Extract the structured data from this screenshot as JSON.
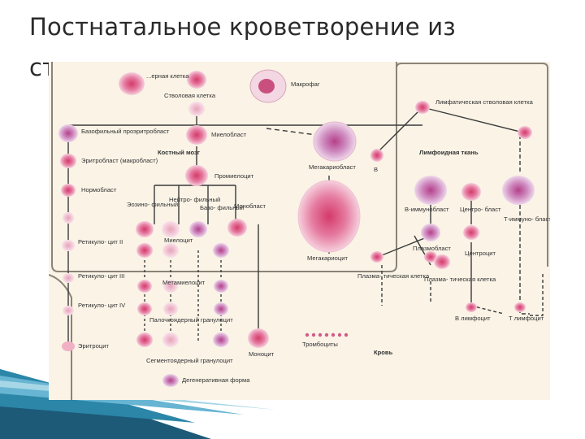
{
  "slide": {
    "title": "Постнатальное кроветворение из стволовых клеток"
  },
  "figure": {
    "labels": {
      "precursor_cut": "...ерная клетка",
      "stem_cell": "Стволовая клетка",
      "macrophage": "Макрофаг",
      "lymph_stem": "Лимфатическая стволовая клетка",
      "basophil_pro": "Базофильный проэритробласт",
      "myeloblast": "Миелобласт",
      "erythroblast": "Эритробласт (макробласт)",
      "bone_marrow": "Костный мозг",
      "megakaryoblast": "Мегакариобласт",
      "b_marker": "В",
      "lymphoid_tissue": "Лимфоидная ткань",
      "normoblast": "Нормобласт",
      "promyelocyte": "Промиелоцит",
      "eos": "Эозино- фильный",
      "neutro": "Нейтро- фильный",
      "baso": "Базо- фильный",
      "monoblast": "Монобласт",
      "b_immunoblast": "В-иммунобласт",
      "centroblast": "Центро- бласт",
      "t_immunoblast": "Т-иммуно- бласт",
      "retic2": "Ретикуло- цит II",
      "myelocyte": "Миелоцит",
      "plasmoblast": "Плазмобласт",
      "centrocyte": "Центроцит",
      "megakaryocyte": "Мегакариоцит",
      "retic3": "Ретикуло- цит III",
      "metamyelocyte": "Метамиелоцит",
      "plasma1": "Плазма- тическая клетка",
      "plasma2": "Плазма- тическая клетка",
      "retic4": "Ретикуло- цит IV",
      "band": "Палочкоядерный гранулоцит",
      "b_lymph": "В лимфоцит",
      "t_lymph": "Т лимфоцит",
      "erythrocyte": "Эритроцит",
      "monocyte": "Моноцит",
      "platelets": "Тромбоциты",
      "blood": "Кровь",
      "segmented": "Сегментоядерный гранулоцит",
      "degenerative": "Дегенеративная форма"
    }
  }
}
